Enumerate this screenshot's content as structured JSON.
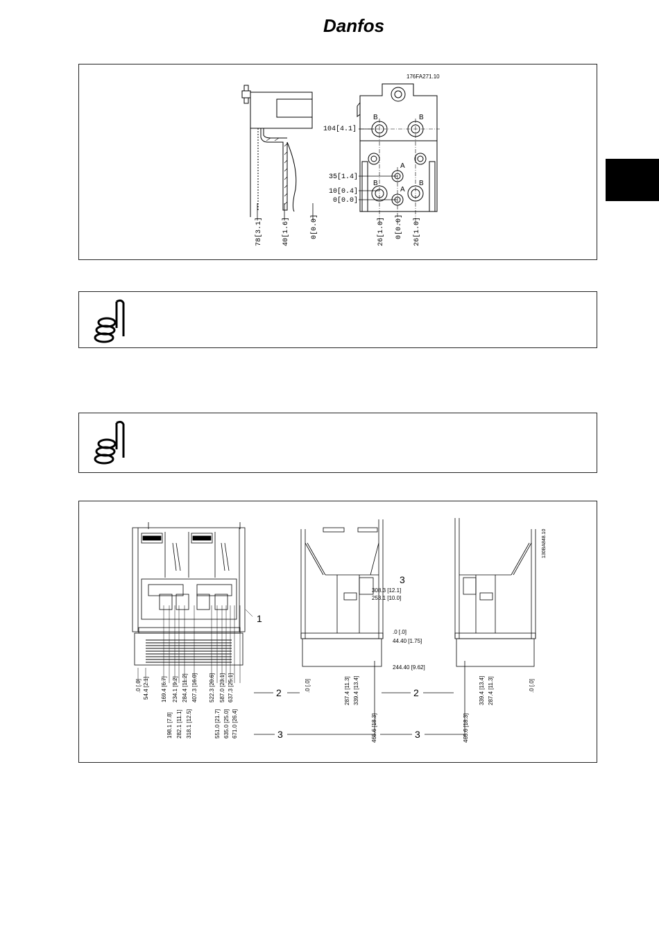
{
  "header": {
    "brand": "Danfoss"
  },
  "figure_top": {
    "drawing_code": "176FA271.10",
    "hole_labels": {
      "b": "B",
      "a": "A"
    },
    "vertical_dims": [
      "104[4.1]",
      "35[1.4]",
      "10[0.4]",
      "0[0.0]"
    ],
    "side_dims": [
      "78[3.1]",
      "40[1.6]",
      "0[0.0]"
    ],
    "front_dims": [
      "26[1.0]",
      "0[0.0]",
      "26[1.0]"
    ]
  },
  "note1": {
    "text": ""
  },
  "note2": {
    "text": ""
  },
  "figure_bottom": {
    "drawing_code": "130BA848.10",
    "callout_1": "1",
    "callout_2": "2",
    "callout_3": "3",
    "front_dims_row1": [
      ".0 [.0]",
      "54.4 [2.1]",
      "169.4 [6.7]",
      "234.1 [9.2]",
      "284.4 [11.2]",
      "407.3 [16.0]",
      "522.3 [20.6]",
      "587.0 [23.1]",
      "637.3 [25.1]"
    ],
    "front_dims_row2": [
      "198.1 [7.8]",
      "282.1 [11.1]",
      "318.1 [12.5]",
      "551.0 [21.7]",
      "635.0 [25.0]",
      "671.0 [26.4]"
    ],
    "side_right_dims": [
      "308.3 [12.1]",
      "253.1 [10.0]",
      ".0 [.0]",
      "44.40 [1.75]",
      "244.40 [9.62]"
    ],
    "side1_bottom_dims": [
      ".0 [.0]",
      "287.4 [11.3]",
      "339.4 [13.4]",
      "465.6 [18.3]"
    ],
    "side2_bottom_dims": [
      "465.6 [18.3]",
      "339.4 [13.4]",
      "287.4 [11.3]",
      ".0 [.0]"
    ]
  }
}
